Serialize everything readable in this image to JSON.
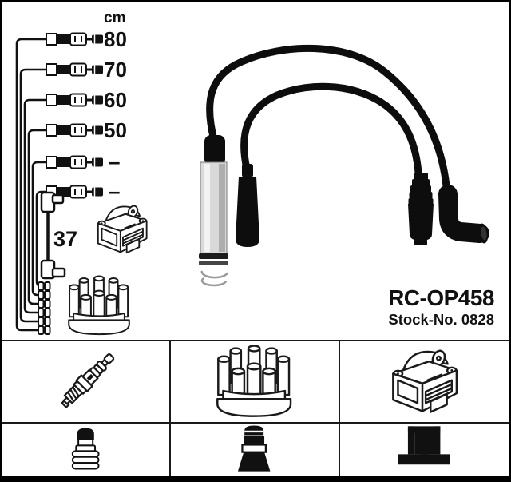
{
  "product": {
    "part_number": "RC-OP458",
    "stock_number": "Stock-No. 0828"
  },
  "length_table": {
    "unit": "cm",
    "lead_lengths": [
      "80",
      "70",
      "60",
      "50",
      "–",
      "–"
    ],
    "coil_lead_length": "37"
  },
  "component_grid": {
    "row1": [
      "spark-plug-icon",
      "distributor-cap-icon",
      "ignition-coil-icon"
    ],
    "row2": [
      "plug-boot-connector-icon",
      "black-boot-connector-icon",
      "din-terminal-icon"
    ]
  },
  "colors": {
    "background": "#ffffff",
    "line_art": "#1a1a1a",
    "cable_black": "#0d0d0d",
    "chrome_connector": "#d9d9d9",
    "border": "#000000"
  }
}
